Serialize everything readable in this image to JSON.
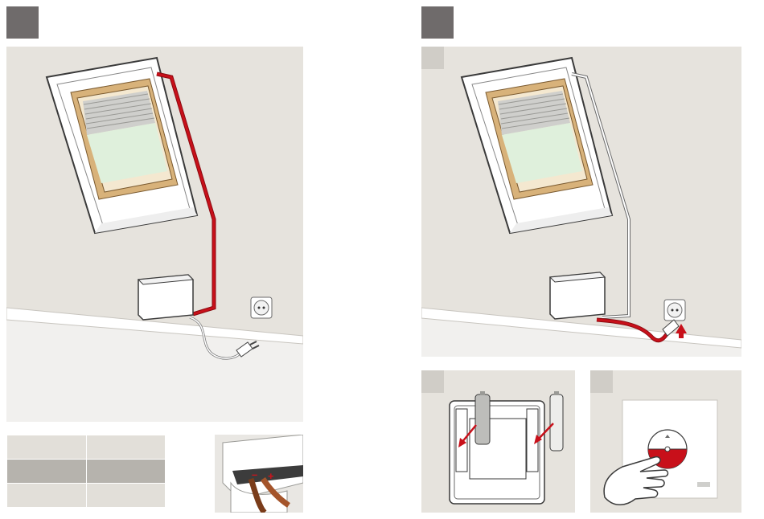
{
  "steps": [
    {
      "id": "step-left"
    },
    {
      "id": "step-right"
    }
  ],
  "cable_detail": {
    "minus_label": "–",
    "plus_label": "+"
  },
  "colors": {
    "step_box": "#6f6b6b",
    "panel_bg": "#e6e3dd",
    "cable_red": "#c8101a",
    "window_frame": "#d8b27a",
    "glass": "#dff0dc"
  },
  "icons": [
    "skylight-window",
    "control-box",
    "power-socket",
    "power-plug",
    "battery",
    "remote-control",
    "hand-pointer",
    "arrow-up-icon"
  ]
}
